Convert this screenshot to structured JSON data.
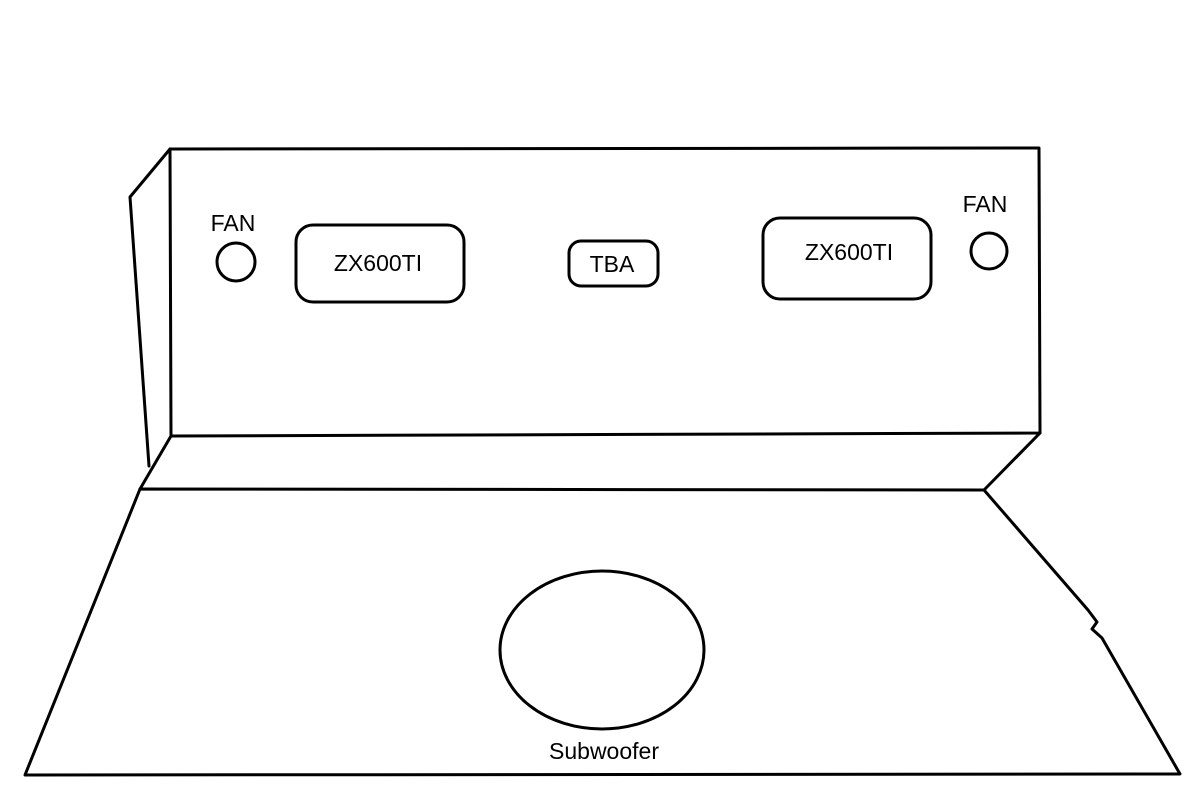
{
  "diagram": {
    "type": "hand-drawn-sketch",
    "colors": {
      "stroke": "#000000",
      "background": "#ffffff"
    },
    "rack": {
      "fan_left_label": "FAN",
      "fan_right_label": "FAN",
      "amp_left_label": "ZX600TI",
      "amp_right_label": "ZX600TI",
      "center_module_label": "TBA"
    },
    "floor": {
      "subwoofer_label": "Subwoofer"
    }
  }
}
